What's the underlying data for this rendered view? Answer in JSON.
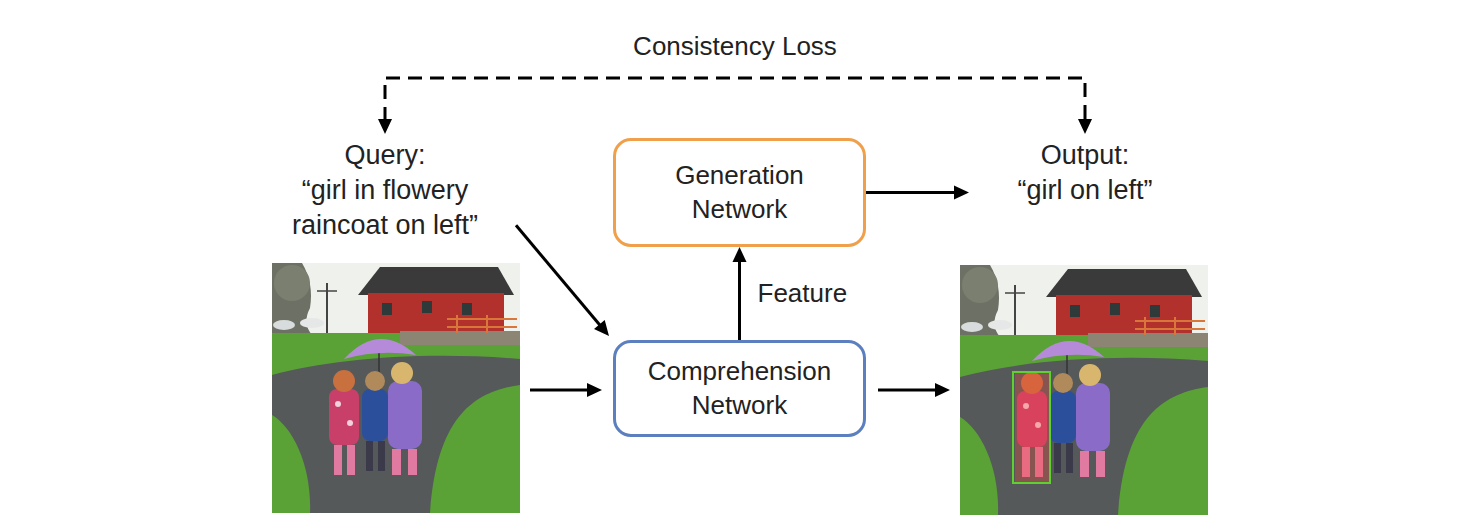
{
  "diagram": {
    "nodes": [
      {
        "text": [
          "Query:",
          "“girl in flowery raincoat on left”"
        ]
      },
      {
        "text": [
          "Generation Network"
        ]
      },
      {
        "text": [
          "Output:",
          "“girl on left”"
        ]
      },
      {
        "text": [
          "Comprehension Network"
        ]
      }
    ],
    "edges": [
      {
        "from": 0,
        "to": 3,
        "arrow": "to"
      },
      {
        "from": 3,
        "to": 1,
        "label": "Feature",
        "arrow": "to"
      },
      {
        "from": 1,
        "to": 2,
        "arrow": "to"
      },
      {
        "from": 0,
        "to": 2,
        "label": "Consistency Loss",
        "arrow": "both"
      }
    ]
  }
}
